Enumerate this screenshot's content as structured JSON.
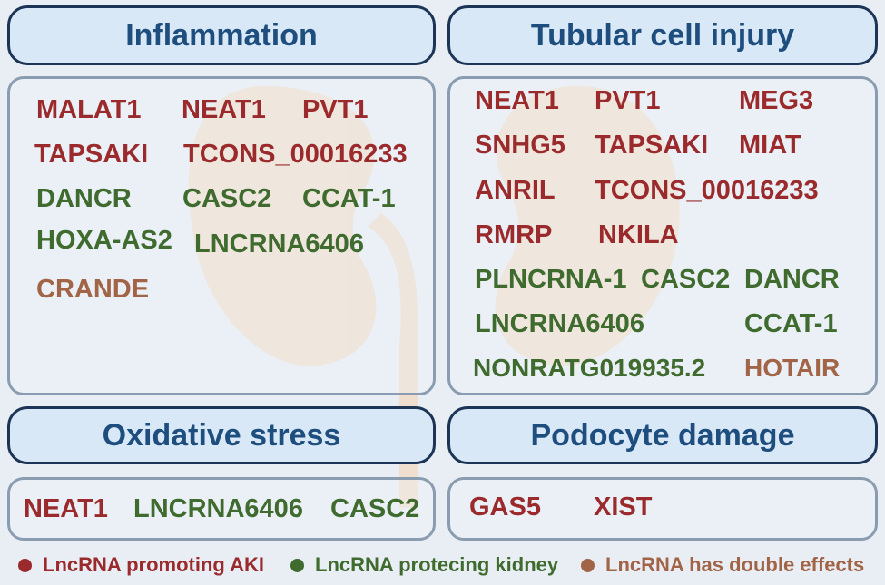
{
  "colors": {
    "promoting": "#9b2a2c",
    "protecting": "#3f6b2f",
    "double": "#a26446",
    "header_text": "#1e4e7e",
    "kidney": "#f2d9c2"
  },
  "panels": {
    "inflammation": {
      "title": "Inflammation",
      "terms": [
        {
          "text": "MALAT1",
          "effect": "promoting"
        },
        {
          "text": "NEAT1",
          "effect": "promoting"
        },
        {
          "text": "PVT1",
          "effect": "promoting"
        },
        {
          "text": "TAPSAKI",
          "effect": "promoting"
        },
        {
          "text": "TCONS_00016233",
          "effect": "promoting"
        },
        {
          "text": "DANCR",
          "effect": "protecting"
        },
        {
          "text": "CASC2",
          "effect": "protecting"
        },
        {
          "text": "CCAT-1",
          "effect": "protecting"
        },
        {
          "text": "HOXA-AS2",
          "effect": "protecting"
        },
        {
          "text": "LNCRNA6406",
          "effect": "protecting"
        },
        {
          "text": "CRANDE",
          "effect": "double"
        }
      ]
    },
    "tubular": {
      "title": "Tubular cell injury",
      "terms": [
        {
          "text": "NEAT1",
          "effect": "promoting"
        },
        {
          "text": "PVT1",
          "effect": "promoting"
        },
        {
          "text": "MEG3",
          "effect": "promoting"
        },
        {
          "text": "SNHG5",
          "effect": "promoting"
        },
        {
          "text": "TAPSAKI",
          "effect": "promoting"
        },
        {
          "text": "MIAT",
          "effect": "promoting"
        },
        {
          "text": "ANRIL",
          "effect": "promoting"
        },
        {
          "text": "TCONS_00016233",
          "effect": "promoting"
        },
        {
          "text": "RMRP",
          "effect": "promoting"
        },
        {
          "text": "NKILA",
          "effect": "promoting"
        },
        {
          "text": "PLNCRNA-1",
          "effect": "protecting"
        },
        {
          "text": "CASC2",
          "effect": "protecting"
        },
        {
          "text": "DANCR",
          "effect": "protecting"
        },
        {
          "text": "LNCRNA6406",
          "effect": "protecting"
        },
        {
          "text": "CCAT-1",
          "effect": "protecting"
        },
        {
          "text": "NONRATG019935.2",
          "effect": "protecting"
        },
        {
          "text": "HOTAIR",
          "effect": "double"
        }
      ]
    },
    "oxidative": {
      "title": "Oxidative stress",
      "terms": [
        {
          "text": "NEAT1",
          "effect": "promoting"
        },
        {
          "text": "LNCRNA6406",
          "effect": "protecting"
        },
        {
          "text": "CASC2",
          "effect": "protecting"
        }
      ]
    },
    "podocyte": {
      "title": "Podocyte damage",
      "terms": [
        {
          "text": "GAS5",
          "effect": "promoting"
        },
        {
          "text": "XIST",
          "effect": "promoting"
        }
      ]
    }
  },
  "legend": [
    {
      "label": "LncRNA promoting AKI",
      "effect": "promoting"
    },
    {
      "label": "LncRNA protecing kidney",
      "effect": "protecting"
    },
    {
      "label": "LncRNA has double effects",
      "effect": "double"
    }
  ]
}
